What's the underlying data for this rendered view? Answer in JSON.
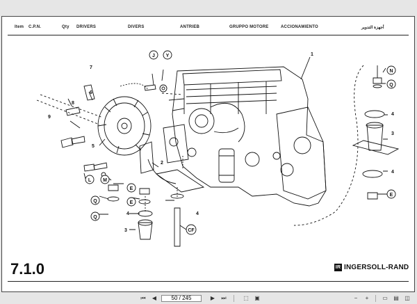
{
  "header": {
    "columns": [
      "Item",
      "C.P.N.",
      "Qty",
      "DRIVERS",
      "DIVERS",
      "ANTRIEB",
      "GRUPPO MOTORE",
      "ACCIONAMIENTO",
      "أجهزة التدوير"
    ]
  },
  "callouts": [
    "1",
    "2",
    "3",
    "3",
    "4",
    "4",
    "4",
    "5",
    "6",
    "7",
    "8",
    "9",
    "J",
    "Y",
    "N",
    "Q",
    "E",
    "L",
    "M",
    "E",
    "Q",
    "E",
    "Q",
    "CF"
  ],
  "footer": {
    "page_number": "7.1.0",
    "brand": "INGERSOLL-RAND",
    "brand_mark": "IR"
  },
  "toolbar": {
    "first": "⏮",
    "prev": "◀",
    "page_value": "50 / 245",
    "next": "▶",
    "last": "⏭",
    "fit_width": "⬚",
    "fit_page": "▣",
    "zoom_out": "−",
    "zoom_in": "+",
    "single": "▭",
    "scroll": "▤",
    "two_page": "◫"
  }
}
